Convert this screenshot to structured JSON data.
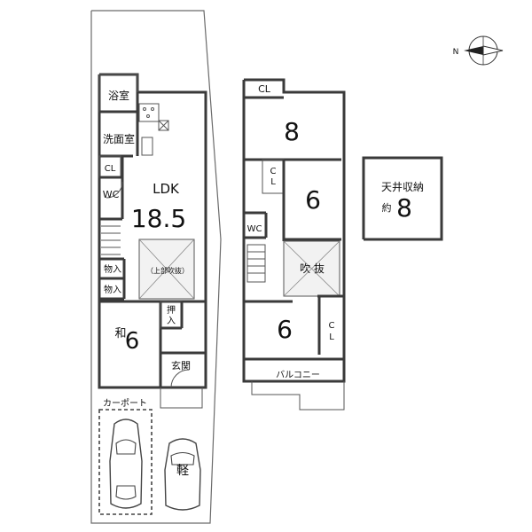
{
  "floor1": {
    "bath": "浴室",
    "washroom": "洗面室",
    "closet": "CL",
    "wc": "WC",
    "ldk_label": "LDK",
    "ldk_size": "18.5",
    "upper_void": "（上部吹抜）",
    "storage1": "物入",
    "storage2": "物入",
    "oshiire": "押入",
    "wa_prefix": "和",
    "wa_size": "6",
    "entrance": "玄関",
    "carport": "カーポート",
    "kei": "軽"
  },
  "floor2": {
    "closet_top": "CL",
    "room_top_size": "8",
    "closet_mid": "CL",
    "room_mid_size": "6",
    "wc": "WC",
    "void": "吹 抜",
    "room_bottom_size": "6",
    "closet_right": "CL",
    "balcony": "バルコニー"
  },
  "attic": {
    "title": "天井収納",
    "approx": "約",
    "size": "8"
  },
  "compass": {
    "north": "N"
  }
}
